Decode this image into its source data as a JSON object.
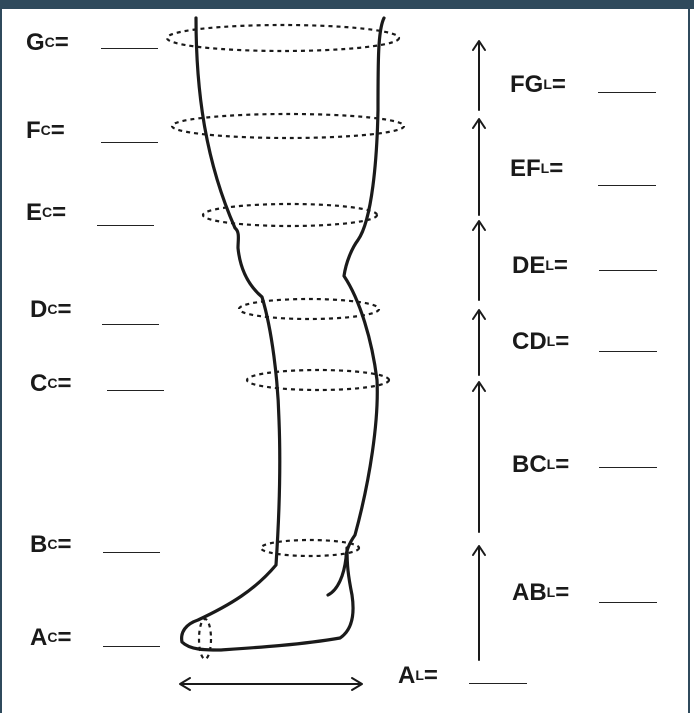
{
  "circumference_labels": [
    {
      "letter": "G",
      "sup": "C",
      "eq": "="
    },
    {
      "letter": "F",
      "sup": "C",
      "eq": "="
    },
    {
      "letter": "E",
      "sup": "C",
      "eq": "="
    },
    {
      "letter": "D",
      "sup": "C",
      "eq": "="
    },
    {
      "letter": "C",
      "sup": "C",
      "eq": "="
    },
    {
      "letter": "B",
      "sup": "C",
      "eq": "="
    },
    {
      "letter": "A",
      "sup": "C",
      "eq": "="
    }
  ],
  "length_labels": [
    {
      "letter": "FG",
      "sup": "L",
      "eq": "="
    },
    {
      "letter": "EF",
      "sup": "L",
      "eq": "="
    },
    {
      "letter": "DE",
      "sup": "L",
      "eq": "="
    },
    {
      "letter": "CD",
      "sup": "L",
      "eq": "="
    },
    {
      "letter": "BC",
      "sup": "L",
      "eq": "="
    },
    {
      "letter": "AB",
      "sup": "L",
      "eq": "="
    },
    {
      "letter": "A",
      "sup": "L",
      "eq": "="
    }
  ],
  "colors": {
    "frame": "#2f4a5c",
    "ink": "#1a1a1a"
  }
}
